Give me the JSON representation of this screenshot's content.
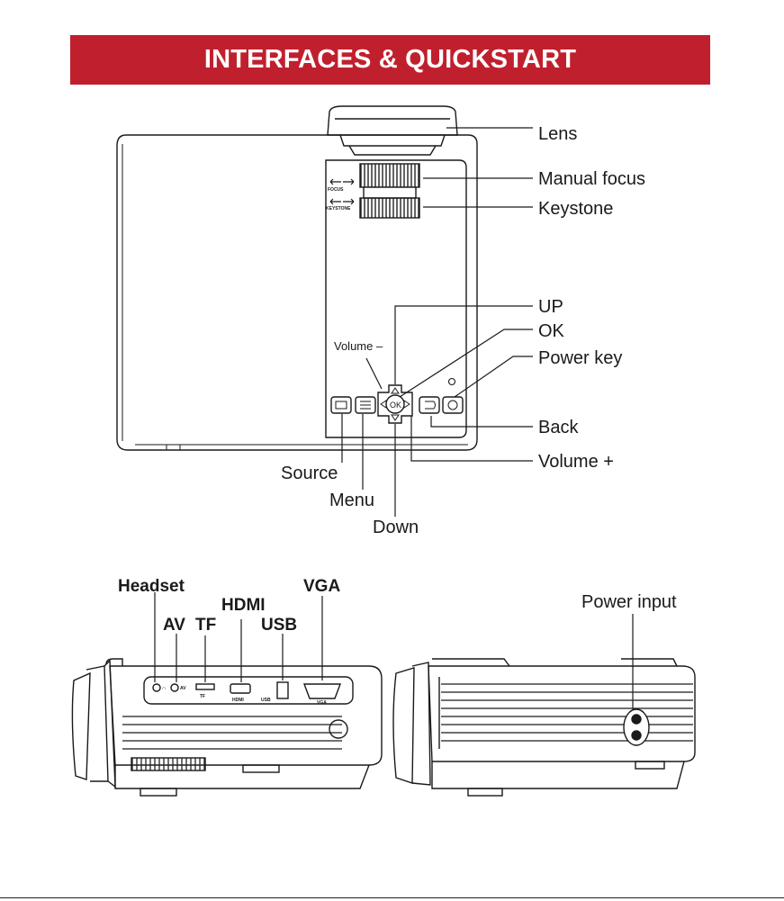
{
  "header": {
    "title": "INTERFACES & QUICKSTART"
  },
  "colors": {
    "banner": "#c0202e",
    "banner_text": "#ffffff",
    "line_art": "#1a1a1a"
  },
  "top_view": {
    "labels": {
      "lens": "Lens",
      "manual_focus": "Manual focus",
      "keystone": "Keystone",
      "up": "UP",
      "ok": "OK",
      "power_key": "Power key",
      "back": "Back",
      "volume_plus": "Volume +",
      "source": "Source",
      "menu": "Menu",
      "down": "Down",
      "volume_minus": "Volume –"
    },
    "panel_text": {
      "focus": "FOCUS",
      "keystone": "KEYSTONE",
      "ok_button": "OK"
    }
  },
  "side_view_left": {
    "labels": {
      "headset": "Headset",
      "av": "AV",
      "tf": "TF",
      "hdmi": "HDMI",
      "usb": "USB",
      "vga": "VGA"
    },
    "port_text": {
      "av": "AV",
      "tf": "TF",
      "hdmi": "HDMI",
      "usb": "USB",
      "vga": "VGA"
    }
  },
  "side_view_right": {
    "labels": {
      "power_input": "Power input"
    }
  }
}
